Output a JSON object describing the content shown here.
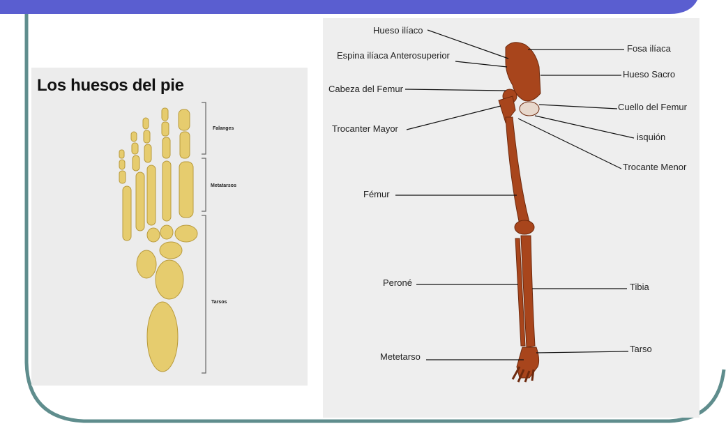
{
  "foot": {
    "title": "Los huesos del pie",
    "labels": {
      "falanges": "Falanges",
      "metatarsos": "Metatarsos",
      "tarsos": "Tarsos"
    }
  },
  "leg": {
    "labels": {
      "hueso_iliaco": "Hueso ilíaco",
      "espina": "Espina ilíaca Anterosuperior",
      "cabeza_femur": "Cabeza del Femur",
      "trocanter_mayor": "Trocanter Mayor",
      "femur": "Fémur",
      "perone": "Peroné",
      "metatarso": "Metetarso",
      "fosa_iliaca": "Fosa ilíaca",
      "hueso_sacro": "Hueso Sacro",
      "cuello_femur": "Cuello del Femur",
      "isquion": "isquión",
      "trocante_menor": "Trocante Menor",
      "tibia": "Tibia",
      "tarso": "Tarso"
    }
  },
  "colors": {
    "frame": "#5f8d8d",
    "banner": "#5a5ed0",
    "bone_foot": "#e6cc6e",
    "bone_leg": "#a8451c"
  }
}
